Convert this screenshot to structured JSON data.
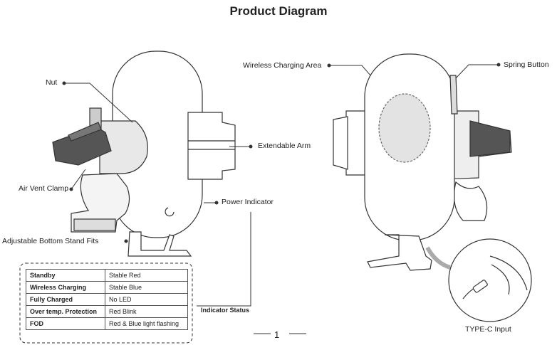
{
  "title": "Product Diagram",
  "labels": {
    "nut": "Nut",
    "air_vent_clamp": "Air Vent Clamp",
    "adjustable_bottom": "Adjustable Bottom Stand Fits",
    "extendable_arm": "Extendable Arm",
    "power_indicator": "Power Indicator",
    "wireless_charging_area": "Wireless Charging Area",
    "spring_button": "Spring Button",
    "typec_input": "TYPE-C Input"
  },
  "indicator_status": {
    "title": "Indicator Status",
    "rows": [
      {
        "state": "Standby",
        "led": "Stable Red"
      },
      {
        "state": "Wireless Charging",
        "led": "Stable Blue"
      },
      {
        "state": "Fully Charged",
        "led": "No LED"
      },
      {
        "state": "Over temp. Protection",
        "led": "Red Blink"
      },
      {
        "state": "FOD",
        "led": "Red & Blue light flashing"
      }
    ]
  },
  "page_number": "1",
  "colors": {
    "stroke": "#333333",
    "charging_area": "#e3e3e3",
    "fill": "#ffffff",
    "dark_part": "#555555"
  }
}
